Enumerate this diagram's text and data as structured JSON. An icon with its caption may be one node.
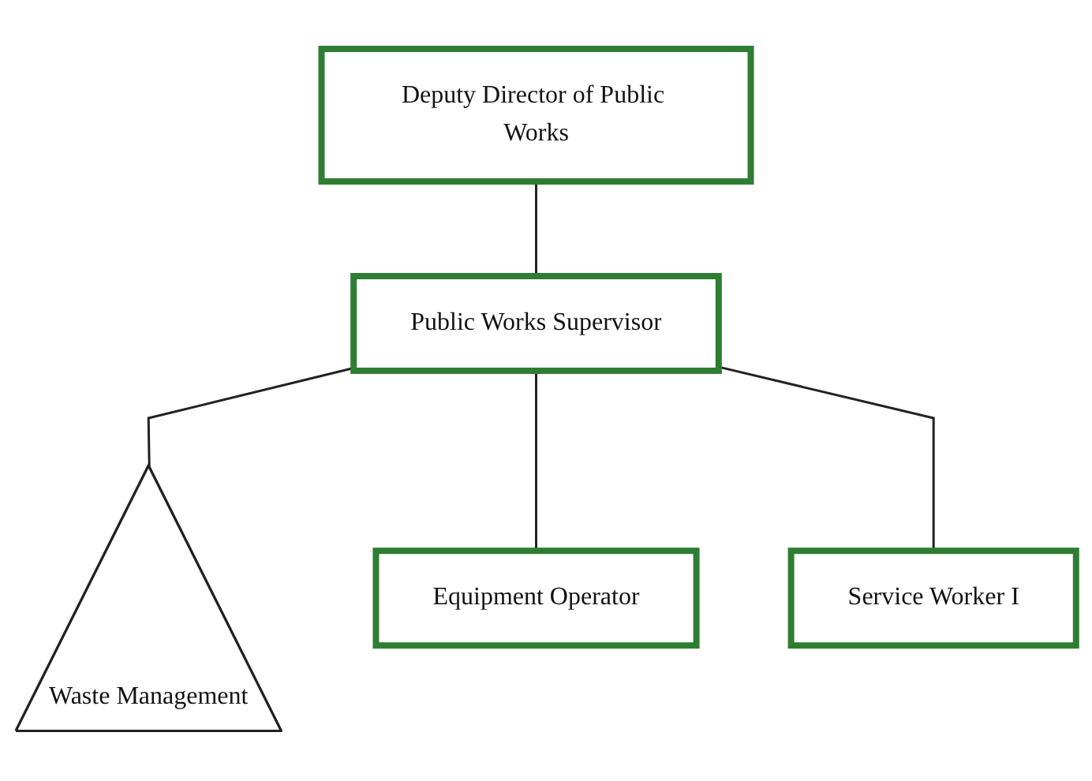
{
  "diagram": {
    "nodes": [
      {
        "text": [
          "Deputy Director of Public Works"
        ]
      },
      {
        "text": [
          "Public Works Supervisor"
        ]
      },
      {
        "text": [
          "Waste Management"
        ]
      },
      {
        "text": [
          "Equipment Operator"
        ]
      },
      {
        "text": [
          "Service Worker I"
        ]
      }
    ],
    "edges": [
      {
        "from": 0,
        "to": 1,
        "arrow": "none"
      },
      {
        "from": 1,
        "to": 2,
        "arrow": "none"
      },
      {
        "from": 1,
        "to": 3,
        "arrow": "none"
      },
      {
        "from": 1,
        "to": 4,
        "arrow": "none"
      }
    ]
  }
}
